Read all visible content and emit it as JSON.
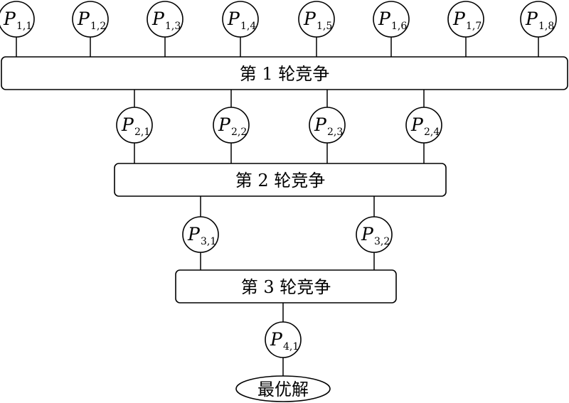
{
  "stages": [
    {
      "label": "第 1 轮竞争",
      "inputs": [
        {
          "main": "P",
          "sub": "1,1"
        },
        {
          "main": "P",
          "sub": "1,2"
        },
        {
          "main": "P",
          "sub": "1,3"
        },
        {
          "main": "P",
          "sub": "1,4"
        },
        {
          "main": "P",
          "sub": "1,5"
        },
        {
          "main": "P",
          "sub": "1,6"
        },
        {
          "main": "P",
          "sub": "1,7"
        },
        {
          "main": "P",
          "sub": "1,8"
        }
      ]
    },
    {
      "label": "第 2 轮竞争",
      "inputs": [
        {
          "main": "P",
          "sub": "2,1"
        },
        {
          "main": "P",
          "sub": "2,2"
        },
        {
          "main": "P",
          "sub": "2,3"
        },
        {
          "main": "P",
          "sub": "2,4"
        }
      ]
    },
    {
      "label": "第 3 轮竞争",
      "inputs": [
        {
          "main": "P",
          "sub": "3,1"
        },
        {
          "main": "P",
          "sub": "3,2"
        }
      ]
    }
  ],
  "final_node": {
    "main": "P",
    "sub": "4,1"
  },
  "result": {
    "label": "最优解"
  }
}
